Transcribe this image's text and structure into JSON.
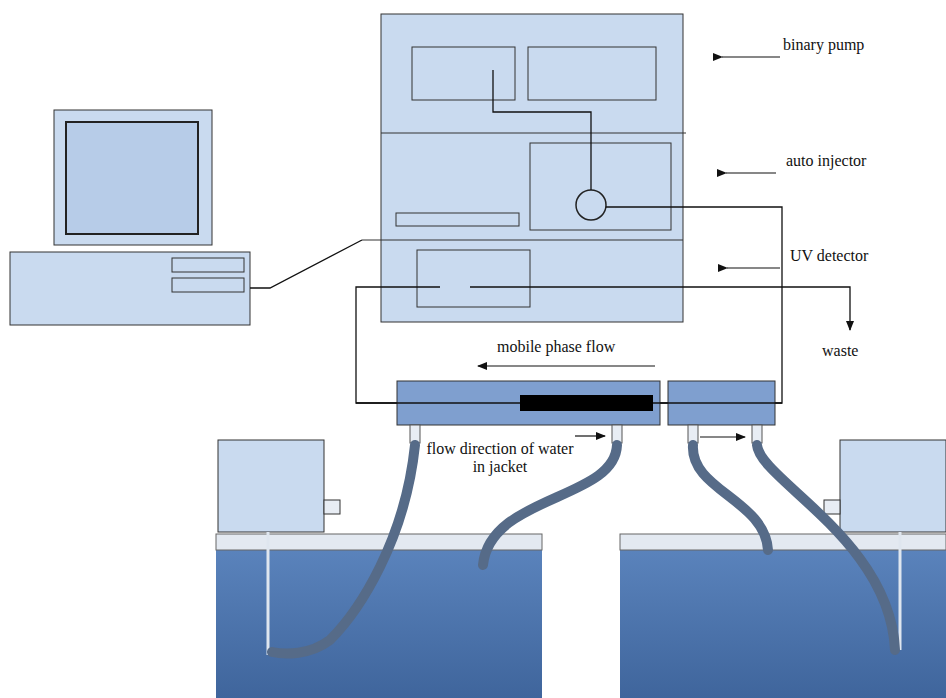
{
  "diagram": {
    "labels": [
      "binary pump",
      "auto injector",
      "UV detector",
      "waste",
      "mobile phase flow",
      "flow direction of water in jacket"
    ]
  }
}
